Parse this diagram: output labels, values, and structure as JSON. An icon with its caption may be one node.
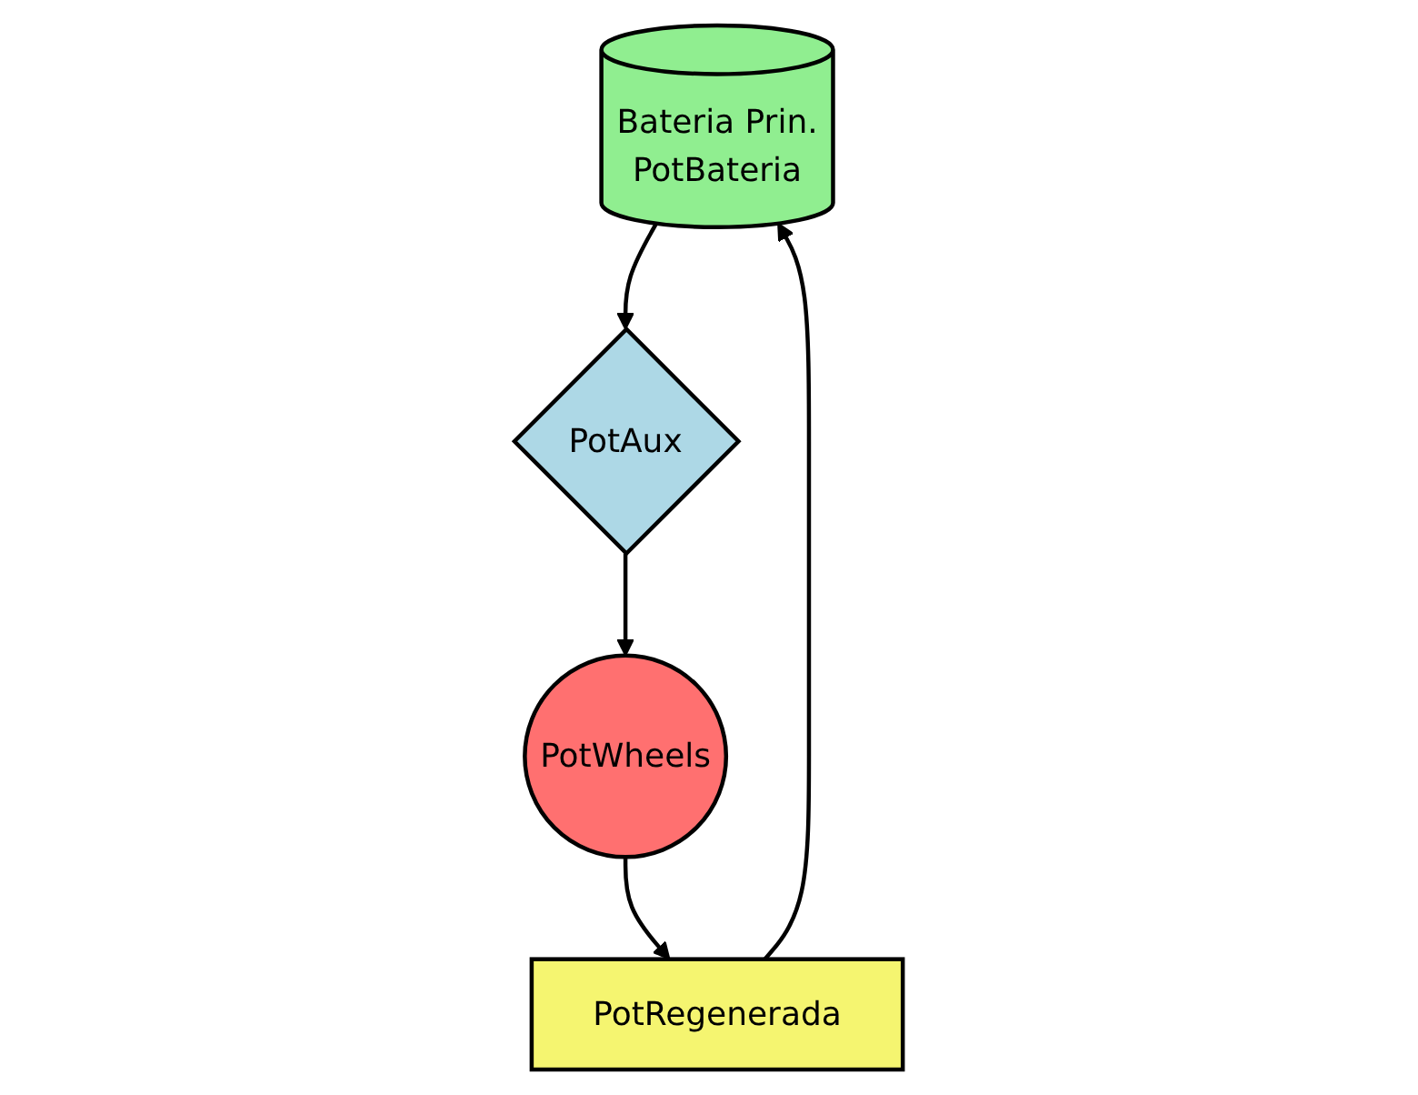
{
  "diagram": {
    "nodes": [
      {
        "text": [
          "Bateria Prin.",
          "PotBateria"
        ]
      },
      {
        "text": [
          "PotAux"
        ]
      },
      {
        "text": [
          "PotWheels"
        ]
      },
      {
        "text": [
          "PotRegenerada"
        ]
      }
    ],
    "edges": [
      {
        "from": 0,
        "to": 1,
        "arrow": "to"
      },
      {
        "from": 1,
        "to": 2,
        "arrow": "to"
      },
      {
        "from": 2,
        "to": 3,
        "arrow": "to"
      },
      {
        "from": 3,
        "to": 0,
        "arrow": "to"
      }
    ]
  }
}
